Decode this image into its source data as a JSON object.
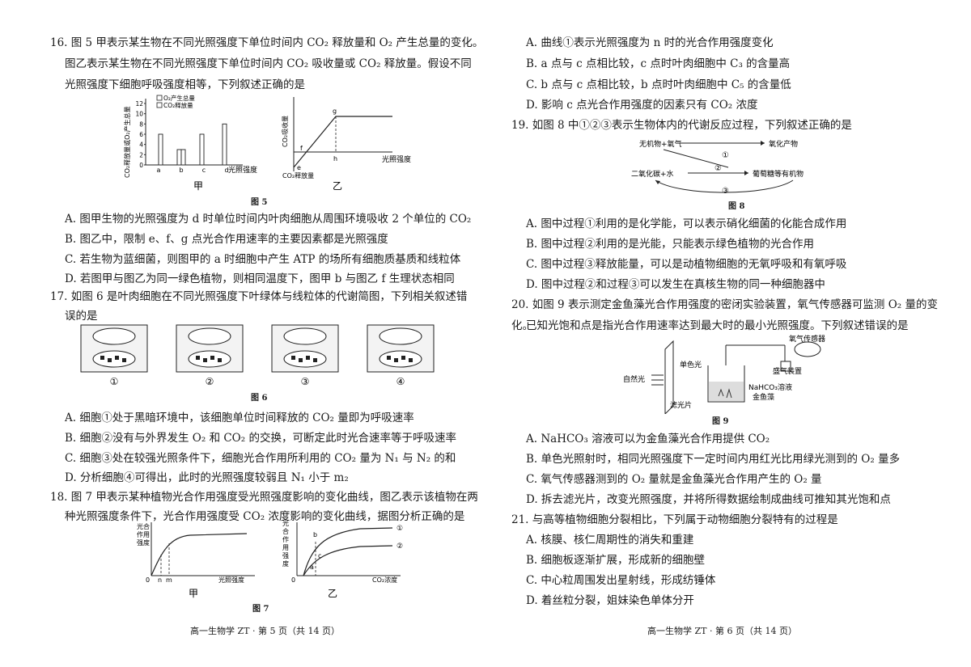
{
  "left": {
    "q16": {
      "line1": "16. 图 5 甲表示某生物在不同光照强度下单位时间内 CO₂ 释放量和 O₂ 产生总量的变化。",
      "line2": "图乙表示某生物在不同光照强度下单位时间内 CO₂ 吸收量或 CO₂ 释放量。假设不同",
      "line3": "光照强度下细胞呼吸强度相等，下列叙述正确的是",
      "fig_caption": "图 5",
      "chart_jia": {
        "label": "甲",
        "ylabel": "CO₂释放量或O₂产生总量",
        "xlabel": "光照强度",
        "legend_o2": "O₂产生总量",
        "legend_co2": "CO₂释放量",
        "yticks": [
          "0",
          "2",
          "4",
          "6",
          "8",
          "10",
          "12"
        ]
      },
      "chart_yi": {
        "label": "乙",
        "ylabel": "CO₂吸收量",
        "xlabel": "光照强度",
        "bottom_label": "CO₂释放量"
      },
      "options": [
        "A. 图甲生物的光照强度为 d 时单位时间内叶肉细胞从周围环境吸收 2 个单位的 CO₂",
        "B. 图乙中，限制 e、f、g 点光合作用速率的主要因素都是光照强度",
        "C. 若生物为蓝细菌，则图甲的 a 时细胞中产生 ATP 的场所有细胞质基质和线粒体",
        "D. 若图甲与图乙为同一绿色植物，则相同温度下，图甲 b 与图乙 f 生理状态相同"
      ]
    },
    "q17": {
      "line1": "17. 如图 6 是叶肉细胞在不同光照强度下叶绿体与线粒体的代谢简图，下列相关叙述错",
      "line2": "误的是",
      "fig_caption": "图 6",
      "cells": [
        "①",
        "②",
        "③",
        "④"
      ],
      "options": [
        "A. 细胞①处于黑暗环境中，该细胞单位时间释放的 CO₂ 量即为呼吸速率",
        "B. 细胞②没有与外界发生 O₂ 和 CO₂ 的交换，可断定此时光合速率等于呼吸速率",
        "C. 细胞③处在较强光照条件下，细胞光合作用所利用的 CO₂ 量为 N₁ 与 N₂ 的和",
        "D. 分析细胞④可得出，此时的光照强度较弱且 N₁ 小于 m₂"
      ]
    },
    "q18": {
      "line1": "18. 图 7 甲表示某种植物光合作用强度受光照强度影响的变化曲线，图乙表示该植物在两",
      "line2": "种光照强度条件下，光合作用强度受 CO₂ 浓度影响的变化曲线，据图分析正确的是",
      "fig_caption": "图 7",
      "chart_jia": {
        "label": "甲",
        "ylabel": "光合作用强度",
        "xlabel": "光照强度"
      },
      "chart_yi": {
        "label": "乙",
        "ylabel": "光合作用强度",
        "xlabel": "CO₂浓度",
        "curve1": "①",
        "curve2": "②"
      }
    },
    "footer": "高一生物学 ZT · 第 5 页（共 14 页）"
  },
  "right": {
    "q18_options": [
      "A. 曲线①表示光照强度为 n 时的光合作用强度变化",
      "B. a 点与 c 点相比较，c 点时叶肉细胞中 C₃ 的含量高",
      "C. b 点与 c 点相比较，b 点时叶肉细胞中 C₅ 的含量低",
      "D. 影响 c 点光合作用强度的因素只有 CO₂ 浓度"
    ],
    "q19": {
      "line1": "19. 如图 8 中①②③表示生物体内的代谢反应过程，下列叙述正确的是",
      "fig_caption": "图 8",
      "diagram": {
        "top_left": "无机物+氧气",
        "top_right": "氧化产物",
        "bottom_left": "二氧化碳+水",
        "bottom_right": "葡萄糖等有机物",
        "p1": "①",
        "p2": "②",
        "p3": "③"
      },
      "options": [
        "A. 图中过程①利用的是化学能，可以表示硝化细菌的化能合成作用",
        "B. 图中过程②利用的是光能，只能表示绿色植物的光合作用",
        "C. 图中过程③释放能量，可以是动植物细胞的无氧呼吸和有氧呼吸",
        "D. 图中过程②和过程③可以发生在真核生物的同一种细胞器中"
      ]
    },
    "q20": {
      "line1": "20. 如图 9 表示测定金鱼藻光合作用强度的密闭实验装置，氧气传感器可监测 O₂ 量的变化。",
      "line2": "已知光饱和点是指光合作用速率达到最大时的最小光照强度。下列叙述错误的是",
      "fig_caption": "图 9",
      "apparatus": {
        "light": "自然光",
        "mono": "单色光",
        "filter": "滤光片",
        "sensor": "氧气传感器",
        "container": "盛气装置",
        "solution": "NaHCO₃溶液",
        "plant": "金鱼藻"
      },
      "options": [
        "A. NaHCO₃ 溶液可以为金鱼藻光合作用提供 CO₂",
        "B. 单色光照射时，相同光照强度下一定时间内用红光比用绿光测到的 O₂ 量多",
        "C. 氧气传感器测到的 O₂ 量就是金鱼藻光合作用产生的 O₂ 量",
        "D. 拆去滤光片，改变光照强度，并将所得数据绘制成曲线可推知其光饱和点"
      ]
    },
    "q21": {
      "line1": "21. 与高等植物细胞分裂相比，下列属于动物细胞分裂特有的过程是",
      "options": [
        "A. 核膜、核仁周期性的消失和重建",
        "B. 细胞板逐渐扩展，形成新的细胞壁",
        "C. 中心粒周围发出星射线，形成纺锤体",
        "D. 着丝粒分裂，姐妹染色单体分开"
      ]
    },
    "footer": "高一生物学 ZT · 第 6 页（共 14 页）"
  },
  "chart_data": [
    {
      "type": "bar",
      "title": "",
      "categories": [
        "a",
        "b",
        "c",
        "d"
      ],
      "series": [
        {
          "name": "O₂产生总量",
          "values": [
            0,
            3,
            6,
            8
          ]
        },
        {
          "name": "CO₂释放量",
          "values": [
            6,
            3,
            0,
            0
          ]
        }
      ],
      "xlabel": "光照强度",
      "ylabel": "CO₂释放量或O₂产生总量",
      "ylim": [
        0,
        12
      ],
      "legend": "top-left"
    }
  ]
}
